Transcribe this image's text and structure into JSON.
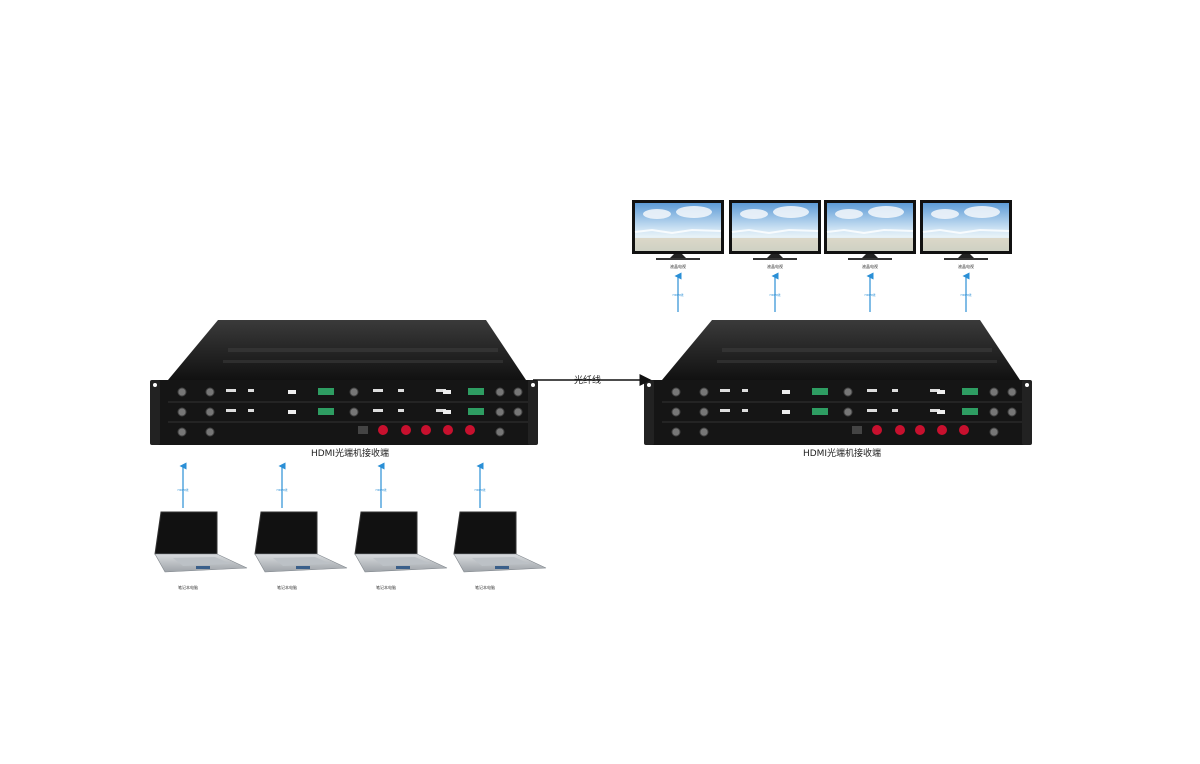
{
  "diagram": {
    "fiber_label": "光纤线",
    "left_rack_label": "HDMI光端机接收端",
    "right_rack_label": "HDMI光端机接收端",
    "laptops": [
      {
        "label": "笔记本电脑",
        "arrow_label": "HDMI线"
      },
      {
        "label": "笔记本电脑",
        "arrow_label": "HDMI线"
      },
      {
        "label": "笔记本电脑",
        "arrow_label": "HDMI线"
      },
      {
        "label": "笔记本电脑",
        "arrow_label": "HDMI线"
      }
    ],
    "monitors": [
      {
        "label": "液晶电视",
        "arrow_label": "HDMI线"
      },
      {
        "label": "液晶电视",
        "arrow_label": "HDMI线"
      },
      {
        "label": "液晶电视",
        "arrow_label": "HDMI线"
      },
      {
        "label": "液晶电视",
        "arrow_label": "HDMI线"
      }
    ],
    "colors": {
      "rack_body": "#1a1a1a",
      "rack_top": "#2b2b2b",
      "arrow_blue": "#2a8fd6",
      "port_red": "#c8102e",
      "sky": "#7fb4e0"
    }
  }
}
